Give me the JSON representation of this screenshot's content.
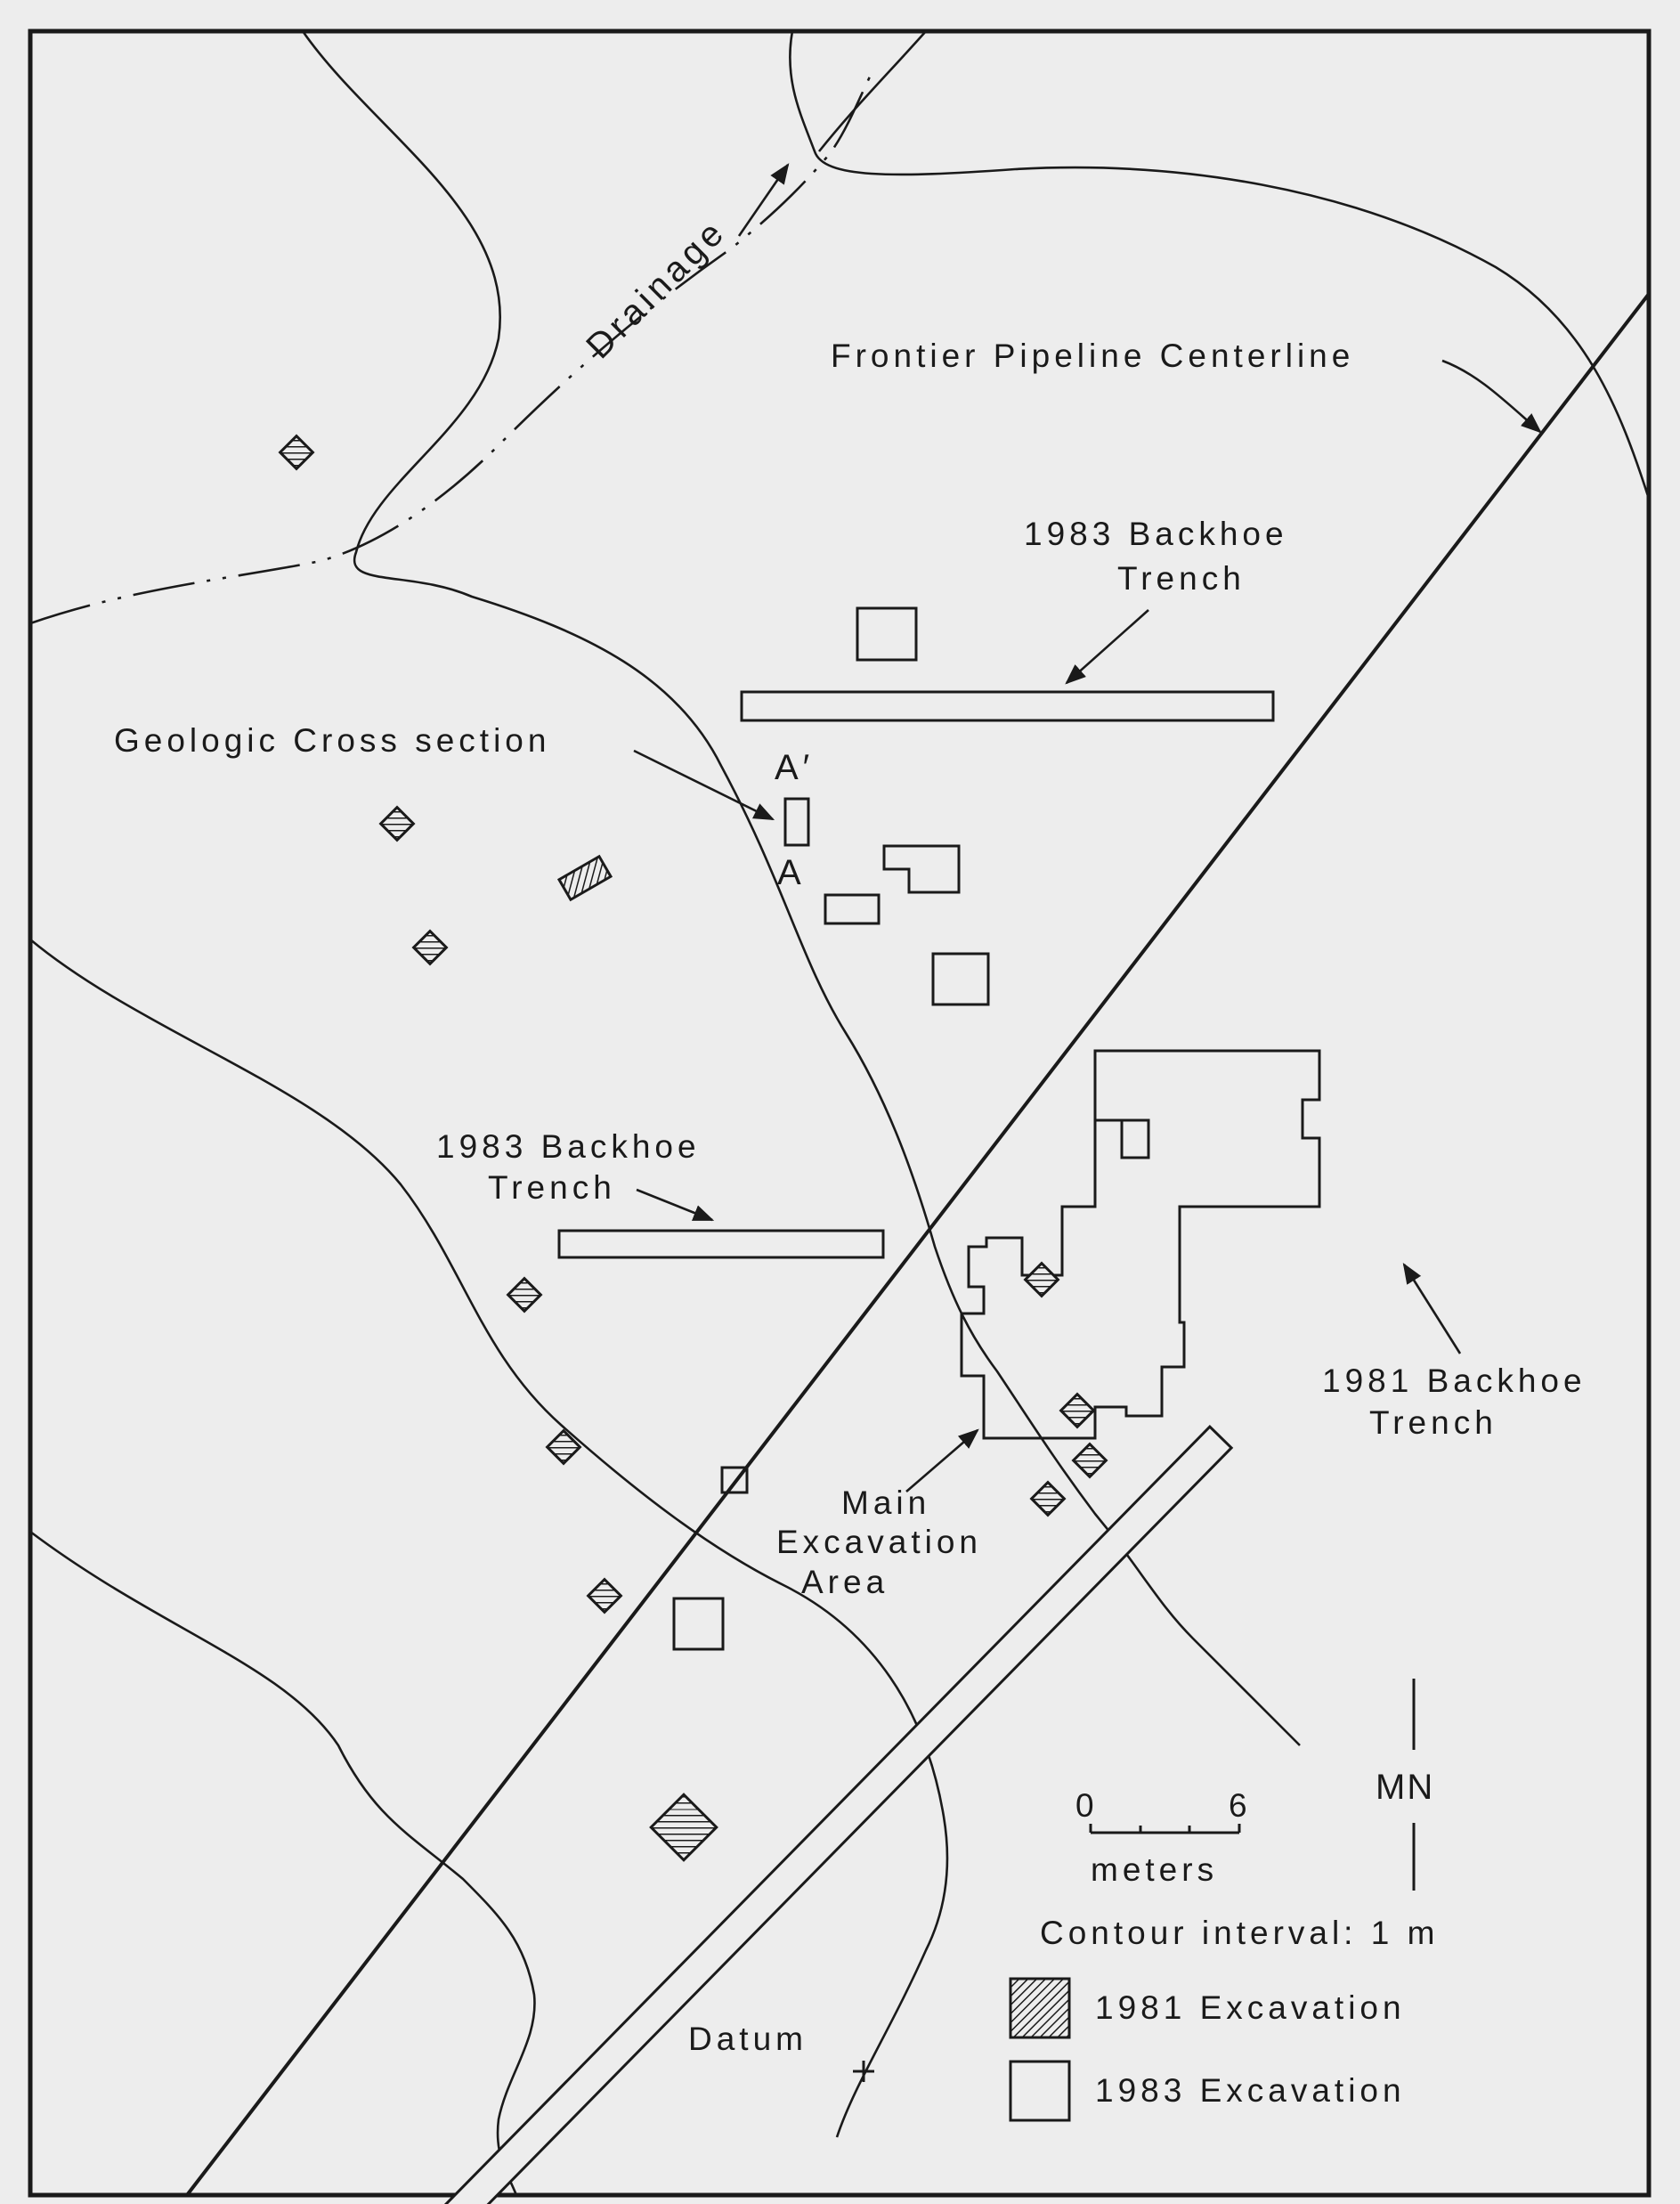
{
  "map": {
    "labels": {
      "drainage": "Drainage",
      "pipeline": "Frontier Pipeline Centerline",
      "trench_1983_top_line1": "1983 Backhoe",
      "trench_1983_top_line2": "Trench",
      "cross_section": "Geologic Cross section",
      "section_a_prime": "A′",
      "section_a": "A",
      "trench_1983_mid_line1": "1983 Backhoe",
      "trench_1983_mid_line2": "Trench",
      "trench_1981_line1": "1981 Backhoe",
      "trench_1981_line2": "Trench",
      "main_area_line1": "Main",
      "main_area_line2": "Excavation",
      "main_area_line3": "Area",
      "datum": "Datum"
    },
    "north_arrow": {
      "label": "MN"
    },
    "scale_bar": {
      "start": "0",
      "end": "6",
      "unit": "meters"
    },
    "contour_interval": "Contour interval: 1 m",
    "legend": [
      {
        "symbol": "hatched",
        "label": "1981 Excavation"
      },
      {
        "symbol": "open",
        "label": "1983 Excavation"
      }
    ],
    "colors": {
      "ink": "#1a1a1a",
      "paper": "#ededed"
    }
  }
}
